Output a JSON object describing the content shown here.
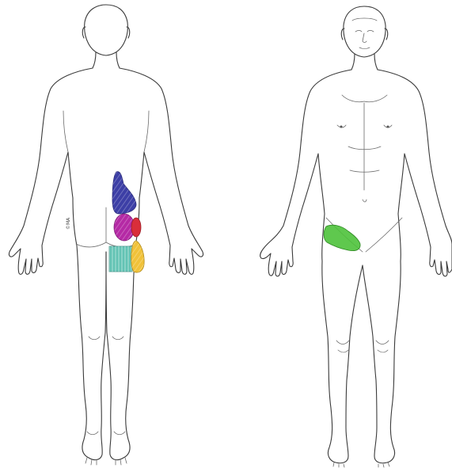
{
  "diagram": {
    "stamp_text": "©MA",
    "views": {
      "posterior": "posterior-view",
      "anterior": "anterior-view"
    },
    "pain_regions": [
      {
        "id": "lumbar-upper",
        "view": "posterior",
        "color": "#3d3fa6"
      },
      {
        "id": "buttock-upper",
        "view": "posterior",
        "color": "#b52aa5"
      },
      {
        "id": "sacroiliac",
        "view": "posterior",
        "color": "#d92e3a"
      },
      {
        "id": "posterior-thigh",
        "view": "posterior",
        "color": "#63c3b4"
      },
      {
        "id": "lateral-hip",
        "view": "posterior",
        "color": "#f0c23a"
      },
      {
        "id": "groin",
        "view": "anterior",
        "color": "#4ec23b"
      }
    ]
  }
}
